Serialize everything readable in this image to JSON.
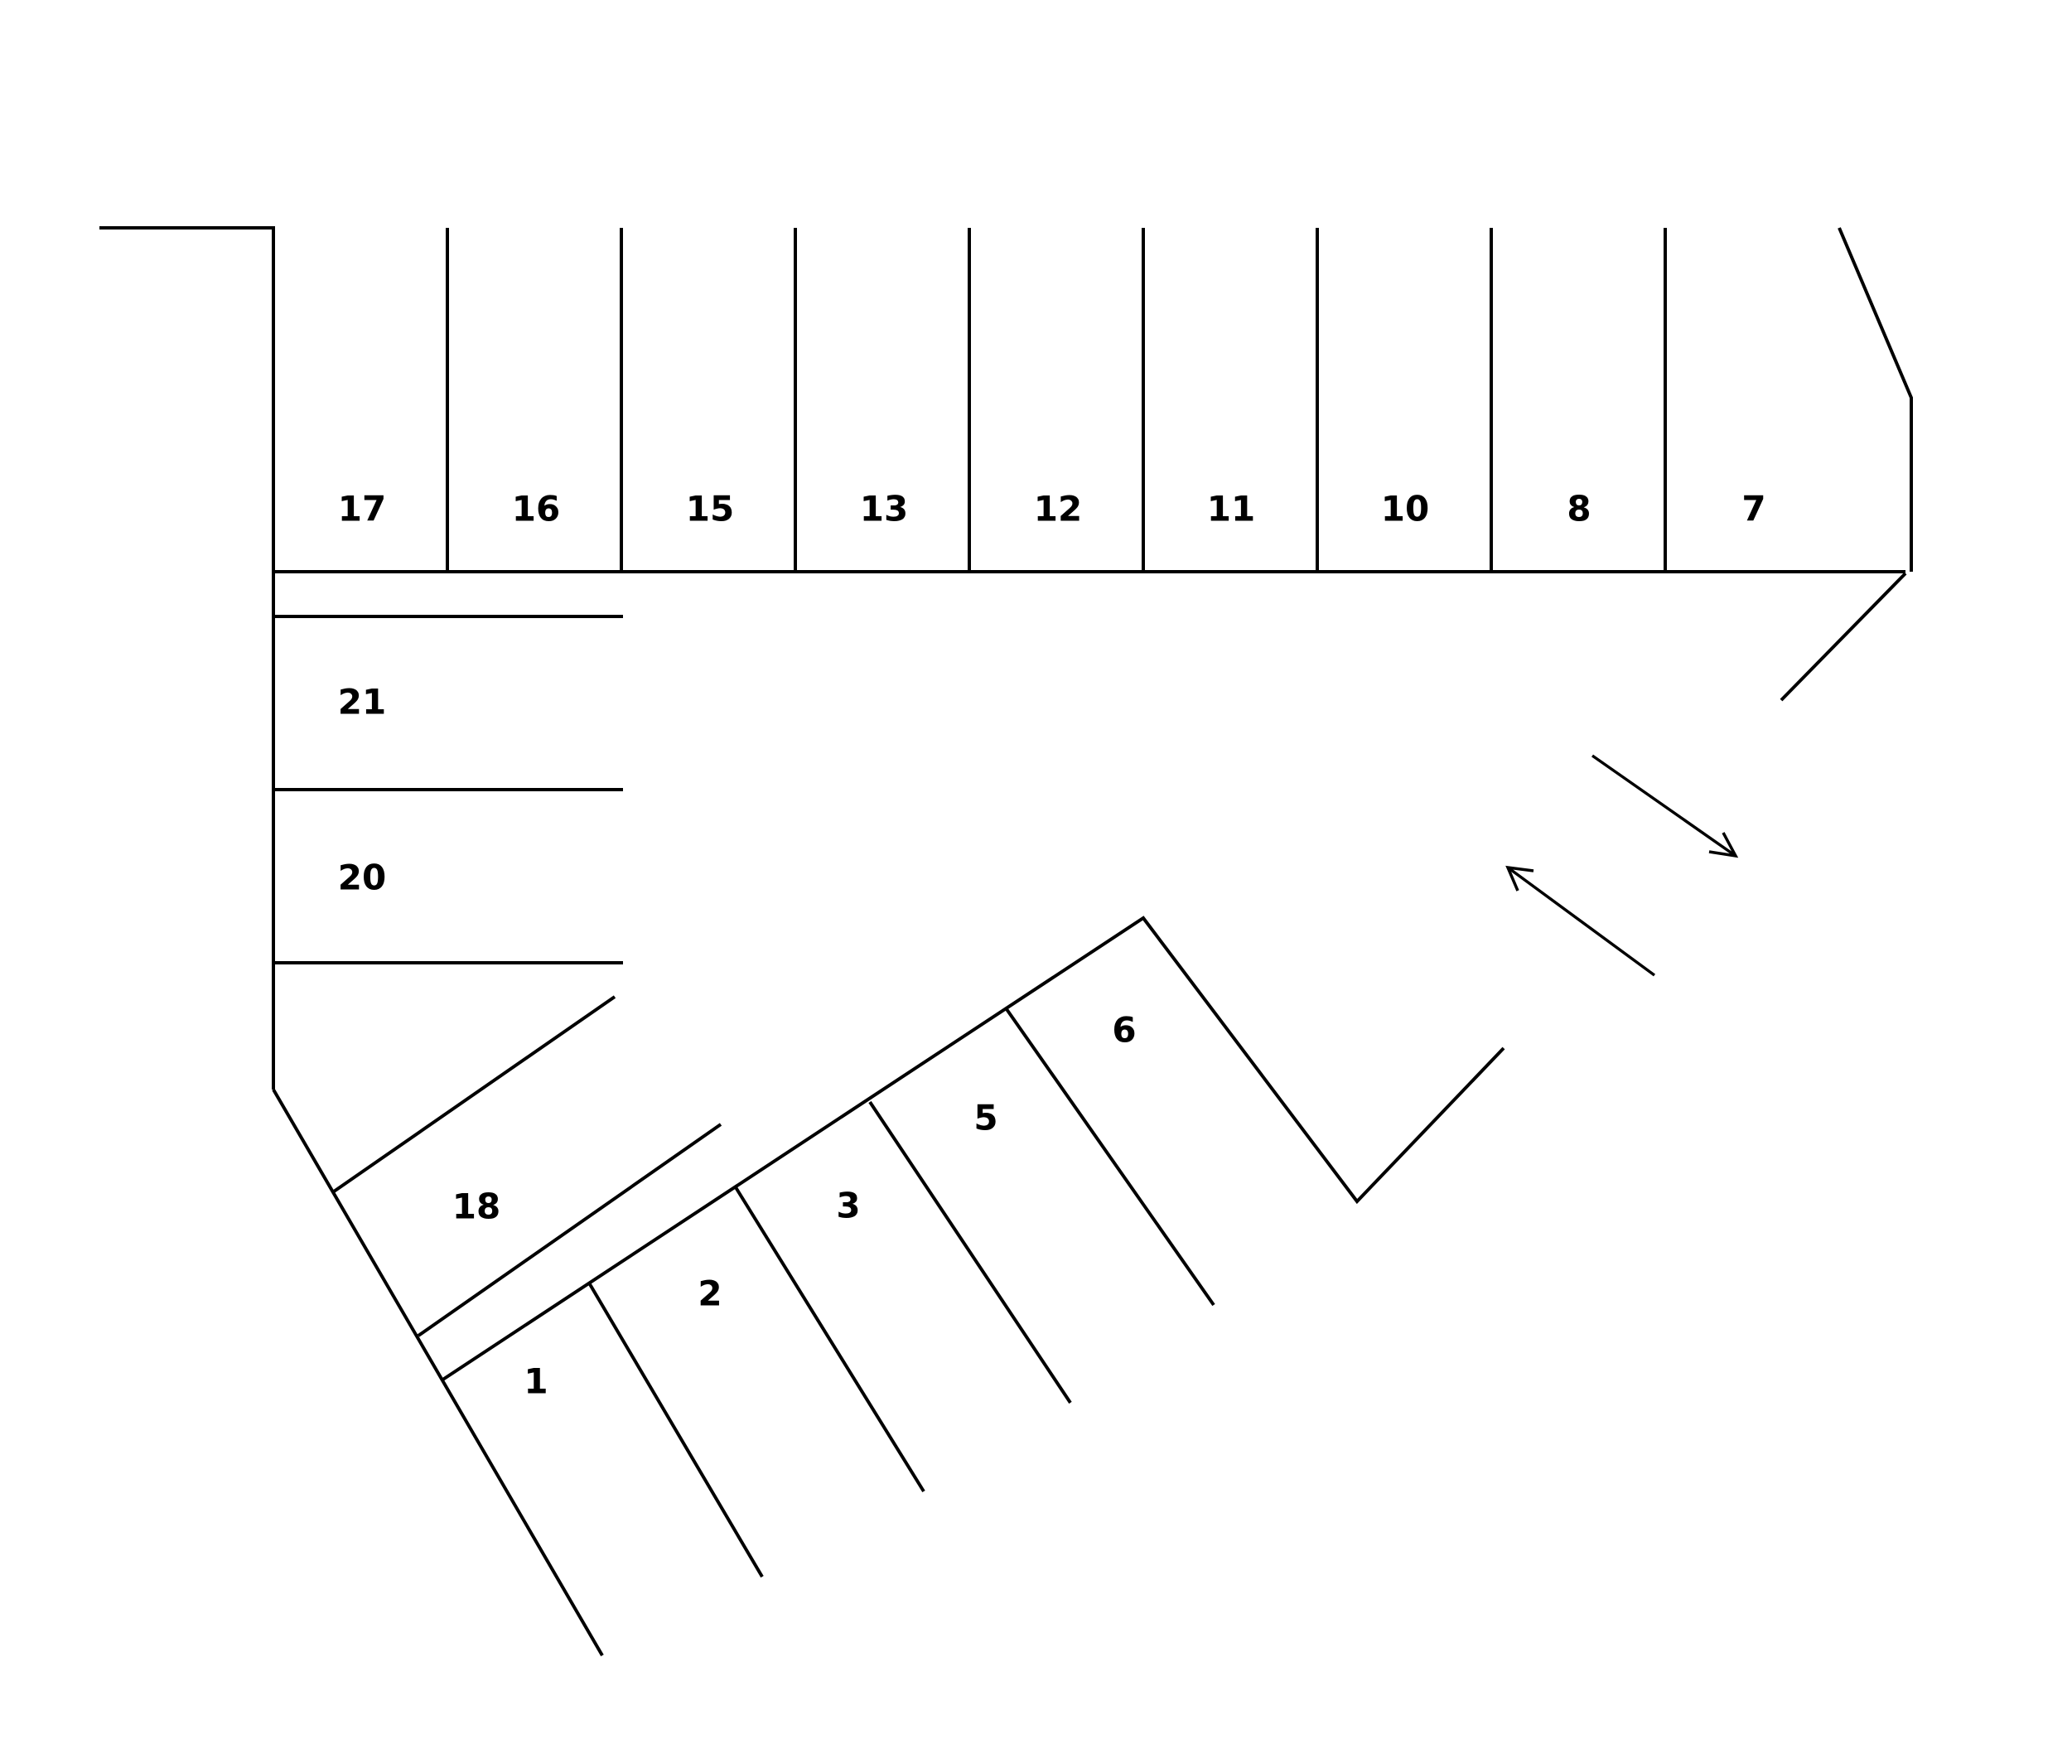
{
  "spaces": {
    "s17": "17",
    "s16": "16",
    "s15": "15",
    "s13": "13",
    "s12": "12",
    "s11": "11",
    "s10": "10",
    "s8": "8",
    "s7": "7",
    "s21": "21",
    "s20": "20",
    "s18": "18",
    "s1": "1",
    "s2": "2",
    "s3": "3",
    "s5": "5",
    "s6": "6"
  }
}
